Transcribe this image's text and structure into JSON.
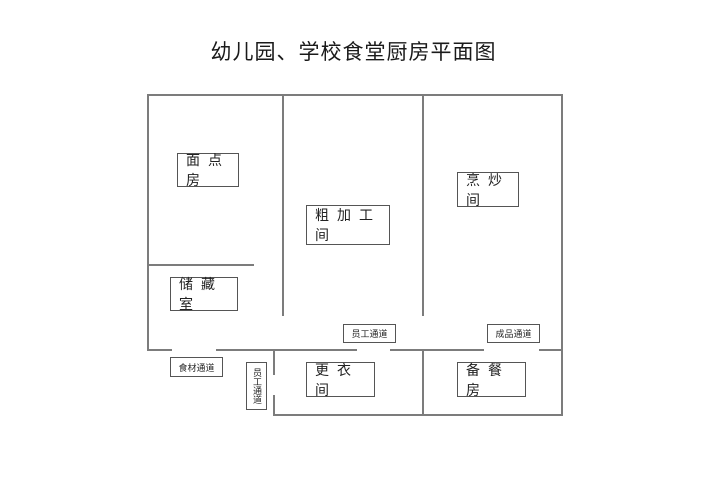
{
  "title": "幼儿园、学校食堂厨房平面图",
  "rooms": {
    "pastry": "面点房",
    "storage": "储藏室",
    "rough_processing": "粗加工间",
    "cooking": "烹炒间",
    "changing": "更衣间",
    "serving_prep": "备餐房"
  },
  "passages": {
    "ingredients": "食材通道",
    "staff_top": "员工通道",
    "finished_goods": "成品通道",
    "staff_side": "员工通道"
  },
  "colors": {
    "wall": "#7c7c7c",
    "label_border": "#555555",
    "background": "#ffffff"
  }
}
